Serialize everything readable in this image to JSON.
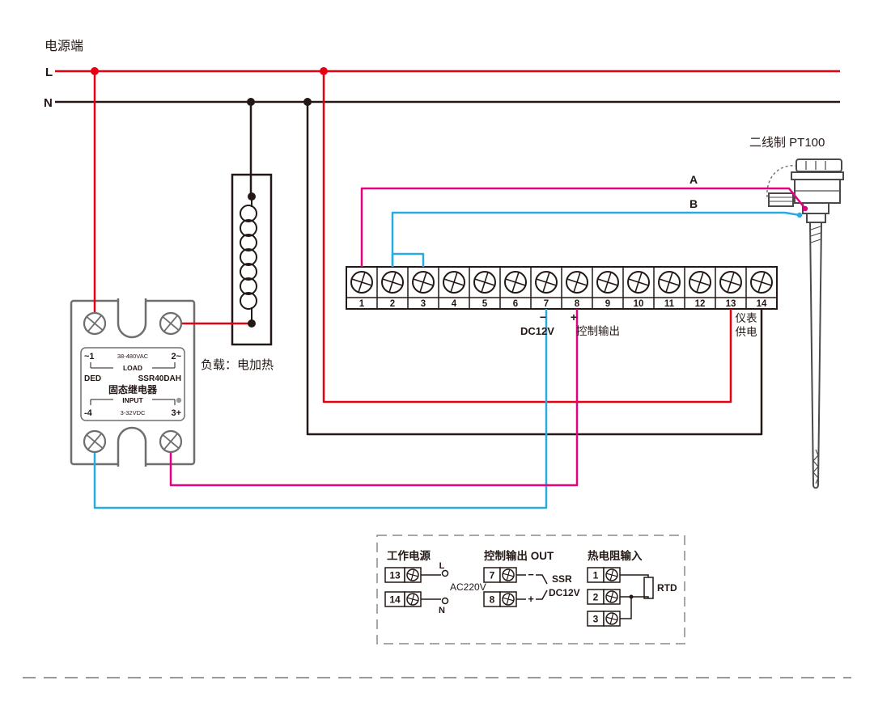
{
  "diagram": {
    "power_label": "电源端",
    "line_l": "L",
    "line_n": "N"
  },
  "ssr": {
    "top_left_pin": "~1",
    "top_rating": "38-480VAC",
    "top_right_pin": "2~",
    "load_label": "LOAD",
    "brand": "DED",
    "model": "SSR40DAH",
    "name": "固态继电器",
    "input_label": "INPUT",
    "bottom_left_pin": "-4",
    "bottom_rating": "3-32VDC",
    "bottom_right_pin": "3+"
  },
  "heater": {
    "label": "负载：电加热"
  },
  "terminal_strip": {
    "numbers": [
      "1",
      "2",
      "3",
      "4",
      "5",
      "6",
      "7",
      "8",
      "9",
      "10",
      "11",
      "12",
      "13",
      "14"
    ],
    "minus": "−",
    "dc12v": "DC12V",
    "plus": "+",
    "control_output": "控制输出",
    "meter_supply_line1": "仪表",
    "meter_supply_line2": "供电"
  },
  "sensor": {
    "label": "二线制 PT100",
    "wire_a": "A",
    "wire_b": "B"
  },
  "legend": {
    "working_power": {
      "title": "工作电源",
      "t13": "13",
      "t14": "14",
      "l": "L",
      "n": "N",
      "voltage": "AC220V"
    },
    "control_output": {
      "title": "控制输出 OUT",
      "t7": "7",
      "t8": "8",
      "minus": "−",
      "plus": "+",
      "ssr": "SSR",
      "dc12v": "DC12V"
    },
    "rtd_input": {
      "title": "热电阻输入",
      "t1": "1",
      "t2": "2",
      "t3": "3",
      "rtd": "RTD"
    }
  },
  "colors": {
    "red": "#e60012",
    "magenta": "#e4007f",
    "blue": "#29abe2",
    "black": "#231815",
    "gray": "#6e6e6e"
  }
}
